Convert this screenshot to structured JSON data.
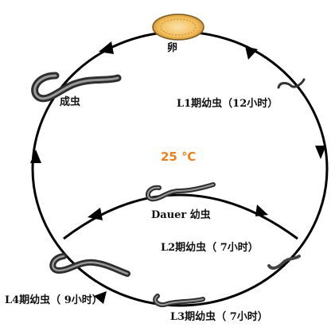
{
  "title": "",
  "center_label": "25 ℃",
  "nodes": {
    "egg": "卵",
    "l1": "L1期幼虫（12小时）",
    "adult": "成虫",
    "dauer": "Dauer 幼虫",
    "l2": "L2期幼虫（ 7小时）",
    "l3": "L3期幼虫（ 7小时）",
    "l4": "L4期幼虫（ 9小时）"
  },
  "colors": {
    "temperature": "#f07f1a",
    "worm": "#6e6e6e",
    "egg_fill": "#f5c97a",
    "egg_outline": "#7a5a20"
  },
  "icons": {
    "egg": "egg-icon",
    "worm": "worm-icon"
  }
}
